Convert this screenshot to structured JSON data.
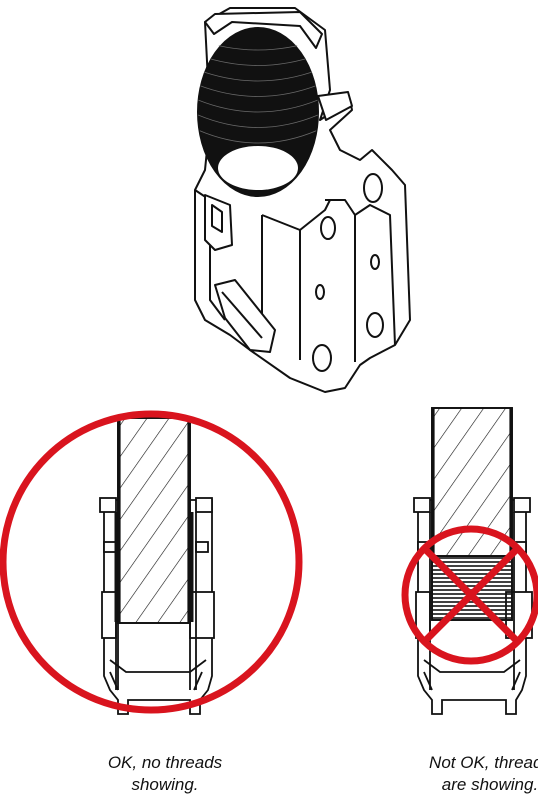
{
  "captions": {
    "ok": {
      "line1": "OK, no threads",
      "line2": "showing."
    },
    "not_ok": {
      "line1": "Not OK, threads",
      "line2": "are showing."
    }
  },
  "colors": {
    "line": "#111111",
    "mark": "#d9141e",
    "background": "#ffffff"
  },
  "icons": {
    "ok_marker": "circle-mark-icon",
    "not_ok_marker": "cross-in-circle-icon"
  }
}
